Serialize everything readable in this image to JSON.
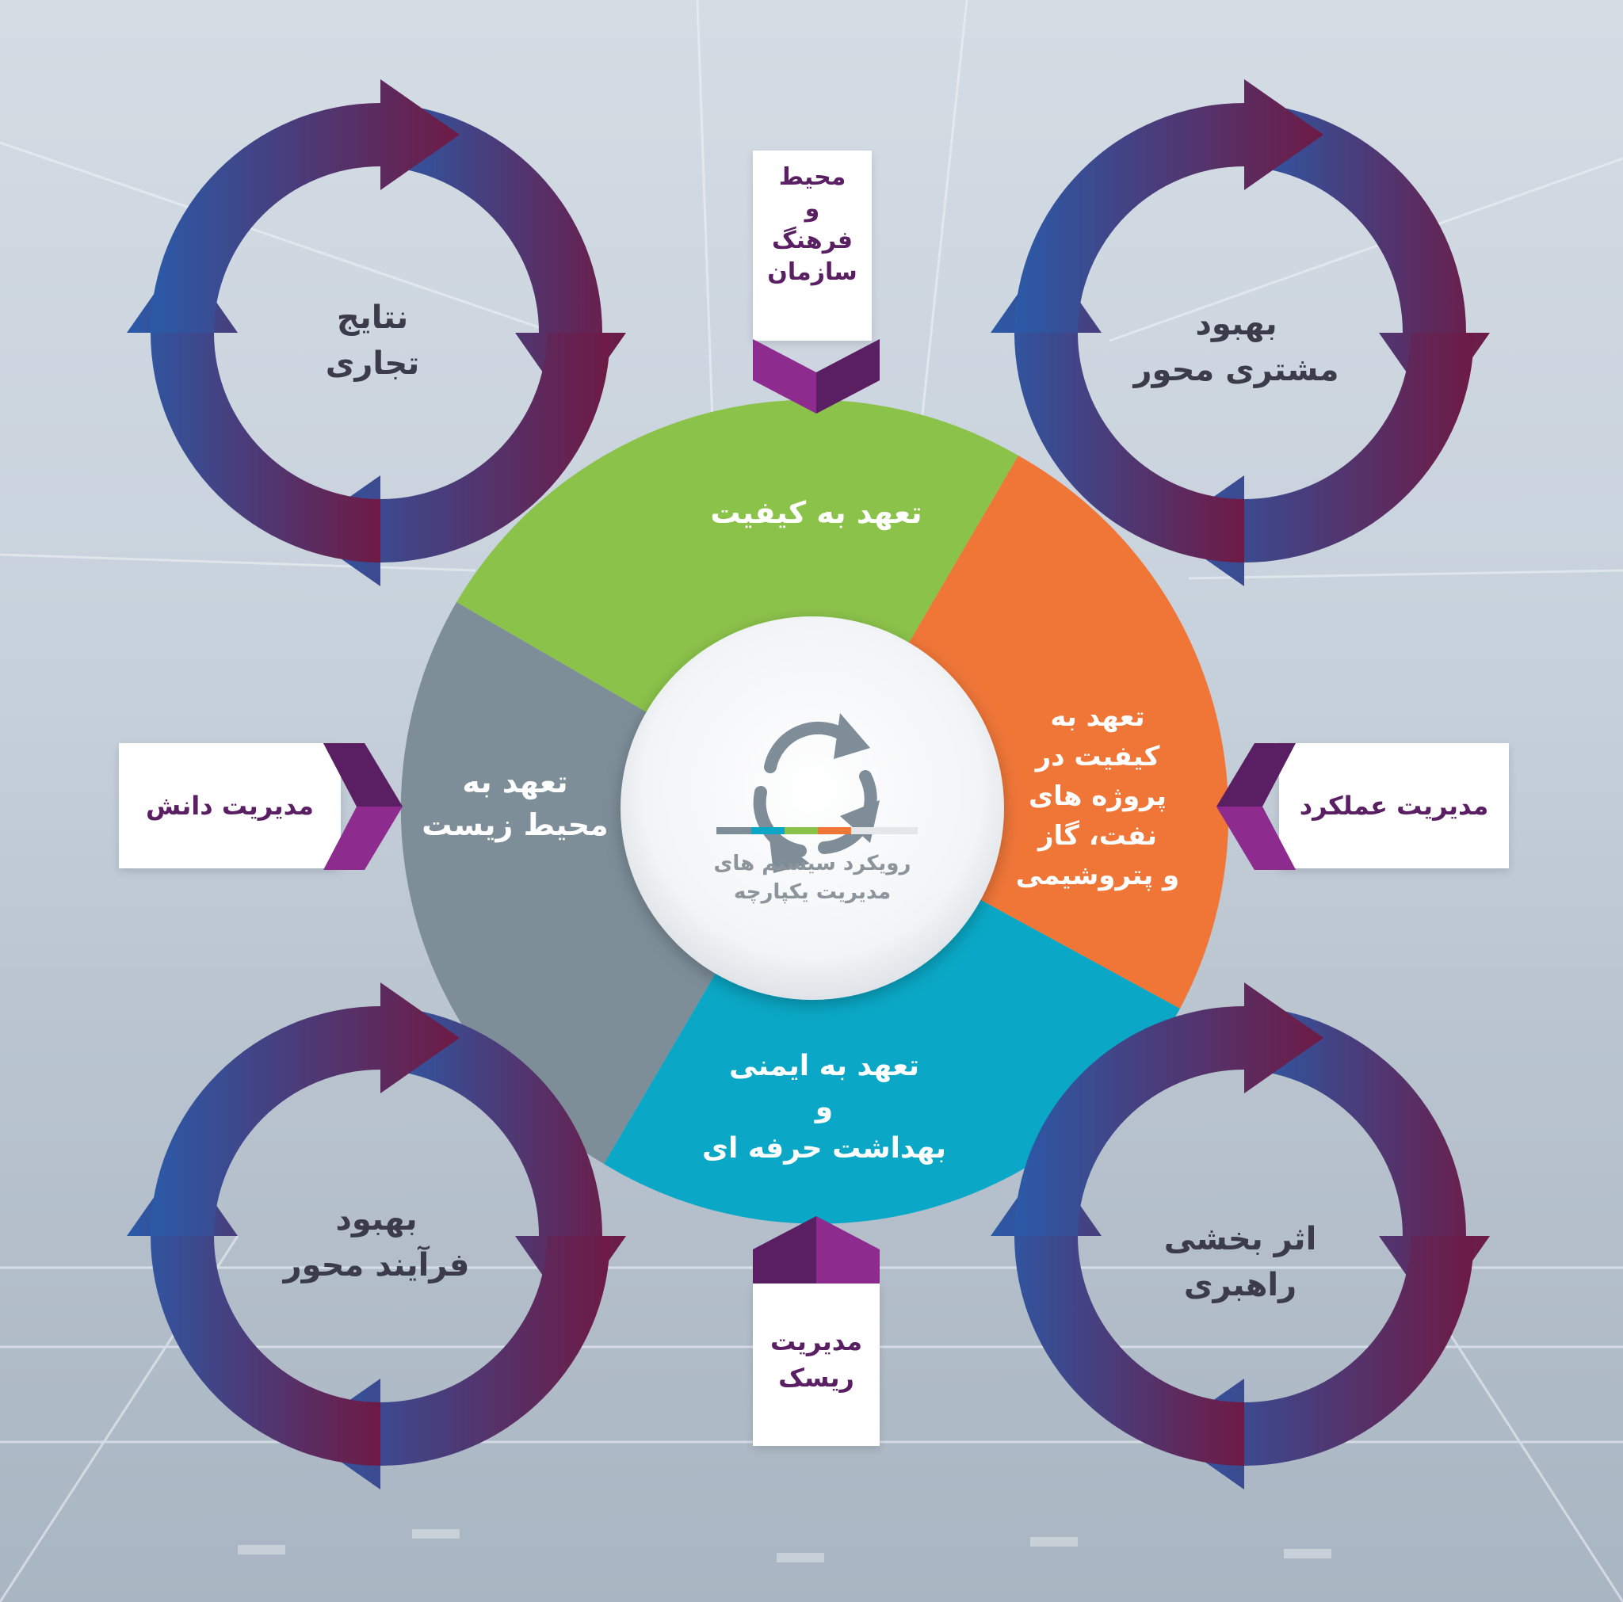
{
  "cycles": [
    {
      "label": "نتایج\nتجاری"
    },
    {
      "label": "بهبود\nمشتری محور"
    },
    {
      "label": "بهبود\nفرآیند محور"
    },
    {
      "label": "اثر بخشی\nراهبری"
    }
  ],
  "segments": {
    "quality": "تعهد به کیفیت",
    "environment": "تعهد به\nمحیط زیست",
    "oil_gas": "تعهد به\nکیفیت در\nپروژه های\nنفت، گاز\nو پتروشیمی",
    "safety": "تعهد به ایمنی\nو\nبهداشت حرفه ای"
  },
  "tags": {
    "top": "محیط\nو\nفرهنگ\nسازمان",
    "left": "مدیریت دانش",
    "right": "مدیریت عملکرد",
    "bottom": "مدیریت\nریسک"
  },
  "center": {
    "title": "رویکرد سیستم های\nمدیریت یکپارچه",
    "icon": "refresh-cycle-icon"
  },
  "colors": {
    "quality": "#8bc34a",
    "environment": "#7d8e99",
    "oil_gas": "#f07638",
    "safety": "#0aa8c6",
    "arrow_start": "#2b5aa8",
    "arrow_end": "#6e1a45",
    "tag_accent": "#8e2b8f",
    "text_dark": "#3b3b4a"
  }
}
